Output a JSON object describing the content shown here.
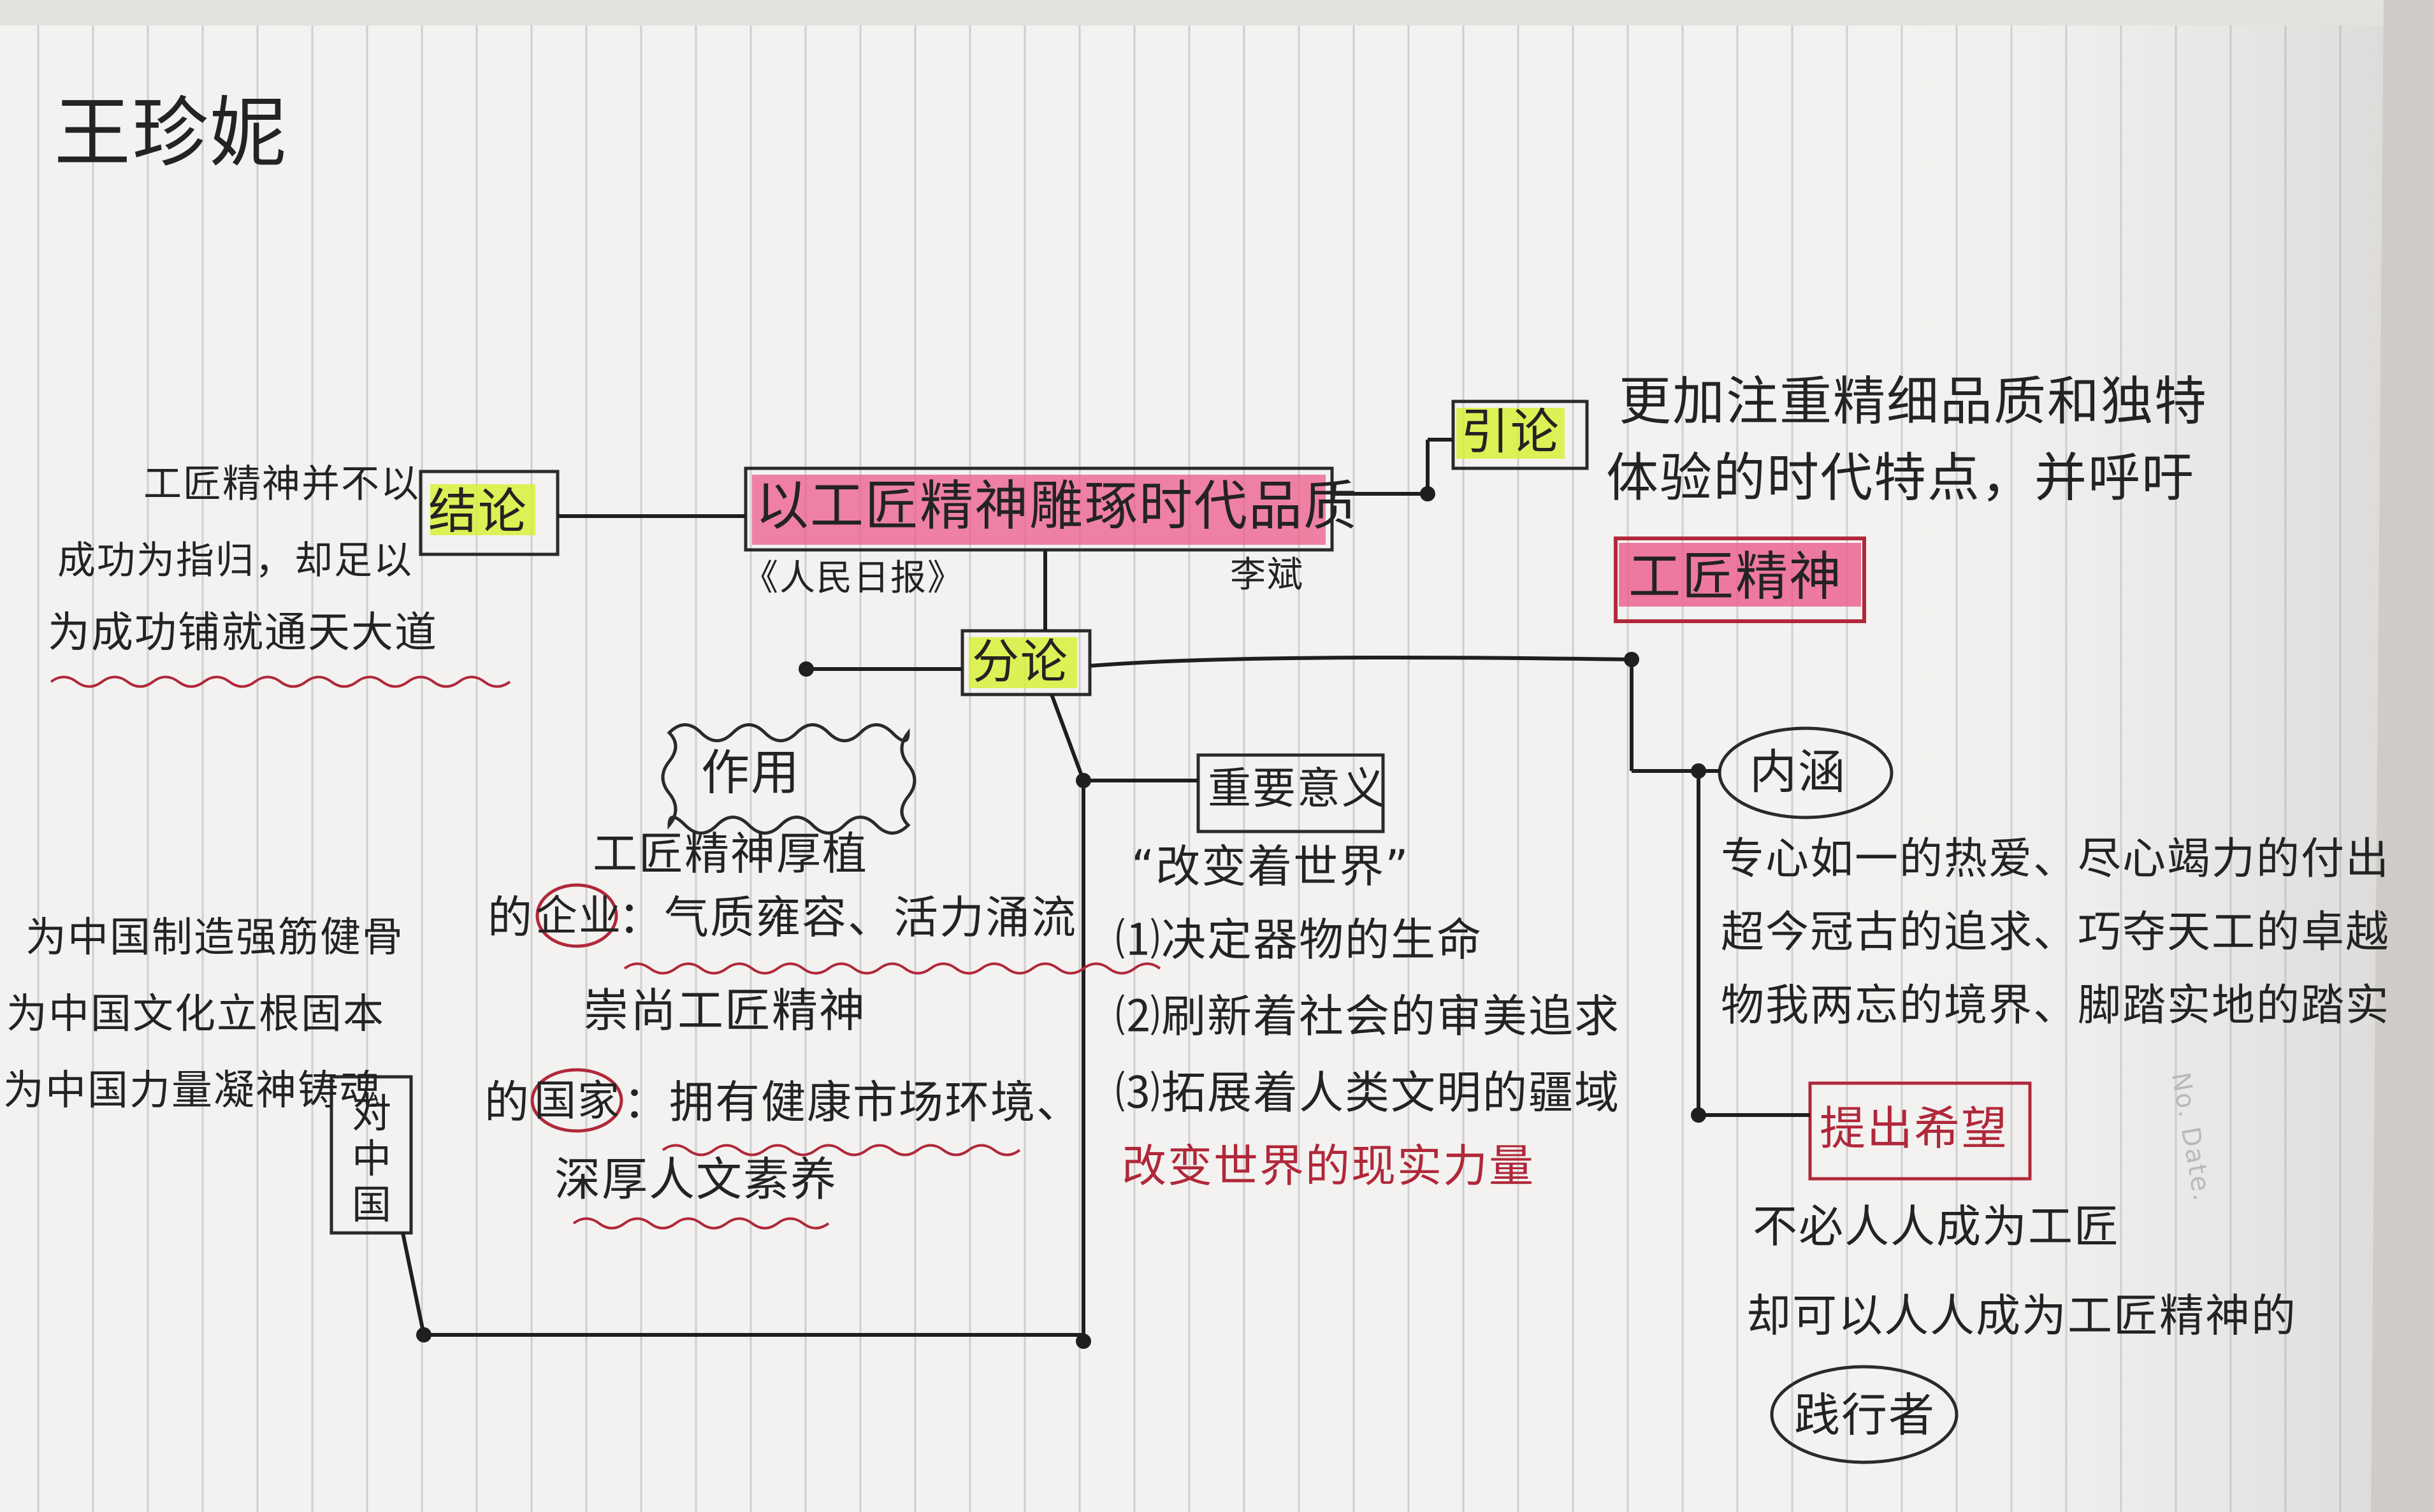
{
  "author": "王珍妮",
  "title": "以工匠精神雕琢时代品质",
  "source": "《人民日报》",
  "writer": "李斌",
  "yinlun": {
    "label": "引论",
    "line1": "更加注重精细品质和独特",
    "line2": "体验的时代特点，并呼吁",
    "keyword": "工匠精神"
  },
  "jielun": {
    "label": "结论",
    "line1": "工匠精神并不以",
    "line2": "成功为指归，却足以",
    "line3": "为成功铺就通天大道"
  },
  "fenlun": {
    "label": "分论"
  },
  "zuoyong": {
    "label": "作用",
    "line_head": "工匠精神厚植",
    "qiye_prefix": "的",
    "qiye_word": "企业",
    "qiye_text": "：气质雍容、活力涌流",
    "chongshang": "崇尚工匠精神",
    "guojia_prefix": "的",
    "guojia_word": "国家",
    "guojia_text": "：拥有健康市场环境、",
    "guojia_text2": "深厚人文素养"
  },
  "dui_zhongguo": {
    "label": "对中国",
    "item1": "为中国制造强筋健骨",
    "item2": "为中国文化立根固本",
    "item3": "为中国力量凝神铸魂"
  },
  "zhongyao": {
    "label": "重要意义",
    "quote": "“改变着世界”",
    "item1": "⑴决定器物的生命",
    "item2": "⑵刷新着社会的审美追求",
    "item3": "⑶拓展着人类文明的疆域",
    "highlight": "改变世界的现实力量"
  },
  "neihan": {
    "label": "内涵",
    "line1": "专心如一的热爱、尽心竭力的付出",
    "line2": "超今冠古的追求、巧夺天工的卓越",
    "line3": "物我两忘的境界、脚踏实地的踏实"
  },
  "xiwang": {
    "label": "提出希望",
    "line1": "不必人人成为工匠",
    "line2": "却可以人人成为工匠精神的",
    "line3": "践行者"
  },
  "stamp": "No. Date.",
  "colors": {
    "ink": "#232323",
    "red_ink": "#b0283a",
    "pink_highlight": "#ec5a8a",
    "yellow_highlight": "#d8f03a"
  }
}
